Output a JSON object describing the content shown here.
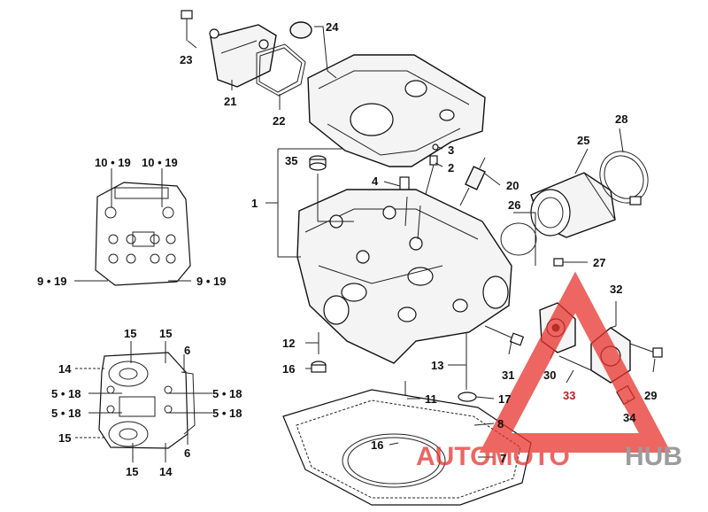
{
  "callouts": {
    "c1": "1",
    "c2": "2",
    "c3": "3",
    "c4": "4",
    "c7": "7",
    "c8": "8",
    "c11": "11",
    "c12": "12",
    "c13": "13",
    "c14a": "14",
    "c14b": "14",
    "c15a": "15",
    "c15b": "15",
    "c15c": "15",
    "c15d": "15",
    "c16a": "16",
    "c16b": "16",
    "c17": "17",
    "c20": "20",
    "c21": "21",
    "c22": "22",
    "c23": "23",
    "c24": "24",
    "c25": "25",
    "c26": "26",
    "c27": "27",
    "c28": "28",
    "c29": "29",
    "c30": "30",
    "c31": "31",
    "c32": "32",
    "c33": "33",
    "c34": "34",
    "c35": "35",
    "c6a": "6",
    "c6b": "6",
    "c10_19a": "10 • 19",
    "c10_19b": "10 • 19",
    "c9_19a": "9 • 19",
    "c9_19b": "9 • 19",
    "c5_18a": "5 • 18",
    "c5_18b": "5 • 18",
    "c5_18c": "5 • 18",
    "c5_18d": "5 • 18"
  },
  "watermark": {
    "auto": "AUTOMOTO",
    "hub": "HUB",
    "red_color": "#e8332e",
    "grey_color": "#7b7b7b"
  }
}
